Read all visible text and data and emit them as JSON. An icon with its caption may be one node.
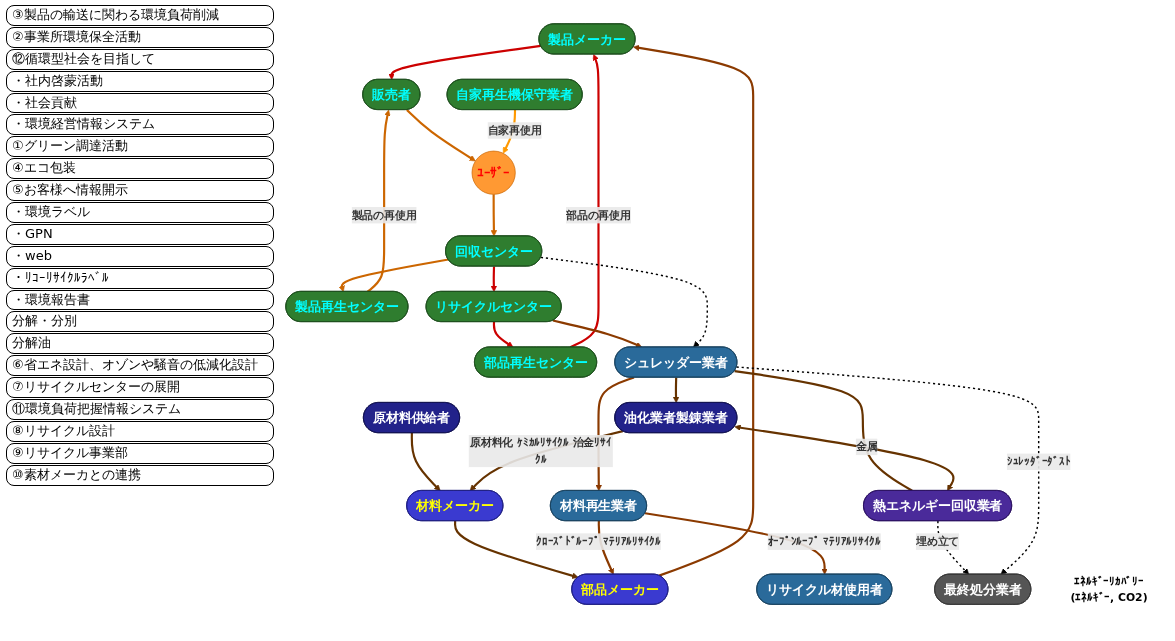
{
  "diagram": {
    "nodes": [
      {
        "text": [
          "製品メーカー"
        ]
      },
      {
        "text": [
          "部品メーカー"
        ]
      },
      {
        "text": [
          "材料メーカー"
        ]
      },
      {
        "text": [
          "原材料供給者"
        ]
      },
      {
        "text": [
          "販売者"
        ]
      },
      {
        "text": [
          "ﾕｰｻﾞｰ"
        ]
      },
      {
        "text": [
          "自家再生機保守業者"
        ]
      },
      {
        "text": [
          "製品再生センター"
        ]
      },
      {
        "text": [
          "部品再生センター"
        ]
      },
      {
        "text": [
          "リサイクル材使用者"
        ]
      },
      {
        "text": [
          "材料再生業者"
        ]
      },
      {
        "text": [
          "油化業者製錬業者"
        ]
      },
      {
        "text": [
          "回収センター"
        ]
      },
      {
        "text": [
          "リサイクルセンター"
        ]
      },
      {
        "text": [
          "シュレッダー業者"
        ]
      },
      {
        "text": [
          "熱エネルギー回収業者"
        ],
        "beside": [
          "ｴﾈﾙｷﾞｰﾘｶﾊﾞﾘｰ",
          "(ｴﾈﾙｷﾞｰ, CO2)"
        ]
      },
      {
        "text": [
          "最終処分業者"
        ]
      }
    ],
    "edges": [
      {
        "from": 3,
        "to": 2,
        "arrow": "to",
        "color": "#663300"
      },
      {
        "from": 2,
        "to": 1,
        "arrow": "to",
        "color": "#663300"
      },
      {
        "from": 1,
        "to": 0,
        "arrow": "to",
        "color": "#8b3a00"
      },
      {
        "from": 0,
        "to": 4,
        "arrow": "to",
        "color": "#cc0000"
      },
      {
        "from": 4,
        "to": 5,
        "arrow": "to",
        "color": "#cc6600"
      },
      {
        "from": 6,
        "to": 5,
        "arrow": "to",
        "label": "自家再使用",
        "color": "#ff9900"
      },
      {
        "from": 7,
        "to": 4,
        "arrow": "to",
        "label": "製品の再使用",
        "color": "#cc6600"
      },
      {
        "from": 8,
        "to": 0,
        "arrow": "to",
        "label": "部品の再使用",
        "color": "#cc0000"
      },
      {
        "from": 5,
        "to": 12,
        "arrow": "to",
        "color": "#cc6600"
      },
      {
        "from": 12,
        "to": 7,
        "arrow": "to",
        "color": "#cc6600"
      },
      {
        "from": 12,
        "to": 13,
        "arrow": "to",
        "color": "#cc0000"
      },
      {
        "from": 13,
        "to": 8,
        "arrow": "to",
        "color": "#cc0000"
      },
      {
        "from": 13,
        "to": 14,
        "arrow": "to",
        "color": "#8b3a00"
      },
      {
        "from": 12,
        "to": 14,
        "arrow": "to",
        "style": "dashed",
        "color": "#000000"
      },
      {
        "from": 14,
        "to": 10,
        "arrow": "to",
        "color": "#8b3a00"
      },
      {
        "from": 10,
        "to": 1,
        "arrow": "to",
        "label": "ｸﾛｰｽﾞﾄﾞﾙｰﾌﾟ ﾏﾃﾘｱﾙﾘｻｲｸﾙ",
        "color": "#8b3a00"
      },
      {
        "from": 10,
        "to": 9,
        "arrow": "to",
        "label": "ｵｰﾌﾟﾝﾙｰﾌﾟ ﾏﾃﾘｱﾙﾘｻｲｸﾙ",
        "color": "#8b3a00"
      },
      {
        "from": 14,
        "to": 11,
        "arrow": "to",
        "color": "#663300"
      },
      {
        "from": 11,
        "to": 2,
        "arrow": "to",
        "label": "原材料化 ｹﾐｶﾙﾘｻｲｸﾙ 治金ﾘｻｲｸﾙ",
        "color": "#663300"
      },
      {
        "from": 14,
        "to": 15,
        "arrow": "none",
        "color": "#663300"
      },
      {
        "from": 11,
        "to": 15,
        "arrow": "both",
        "label": "金属",
        "color": "#663300"
      },
      {
        "from": 15,
        "to": 16,
        "arrow": "to",
        "label": "埋め立て",
        "style": "dashed",
        "color": "#000000"
      },
      {
        "from": 14,
        "to": 16,
        "arrow": "to",
        "label": "ｼｭﾚｯﾀﾞｰﾀﾞｽﾄ",
        "style": "dashed",
        "color": "#000000"
      }
    ],
    "labels": [
      "③製品の輸送に関わる環境負荷削減",
      "②事業所環境保全活動",
      "⑫循環型社会を目指して",
      "・社内啓蒙活動",
      "・社会貢献",
      "・環境経営情報システム",
      "①グリーン調達活動",
      "④エコ包装",
      "⑤お客様へ情報開示",
      "・環境ラベル",
      "・GPN",
      "・web",
      "・ﾘｺｰﾘｻｲｸﾙﾗﾍﾞﾙ",
      "・環境報告書",
      "分解・分別",
      "分解油",
      "⑥省エネ設計、オゾンや騒音の低減化設計",
      "⑦リサイクルセンターの展開",
      "⑪環境負荷把握情報システム",
      "⑧リサイクル設計",
      "⑨リサイクル事業部",
      "⑩素材メーカとの連携"
    ]
  }
}
